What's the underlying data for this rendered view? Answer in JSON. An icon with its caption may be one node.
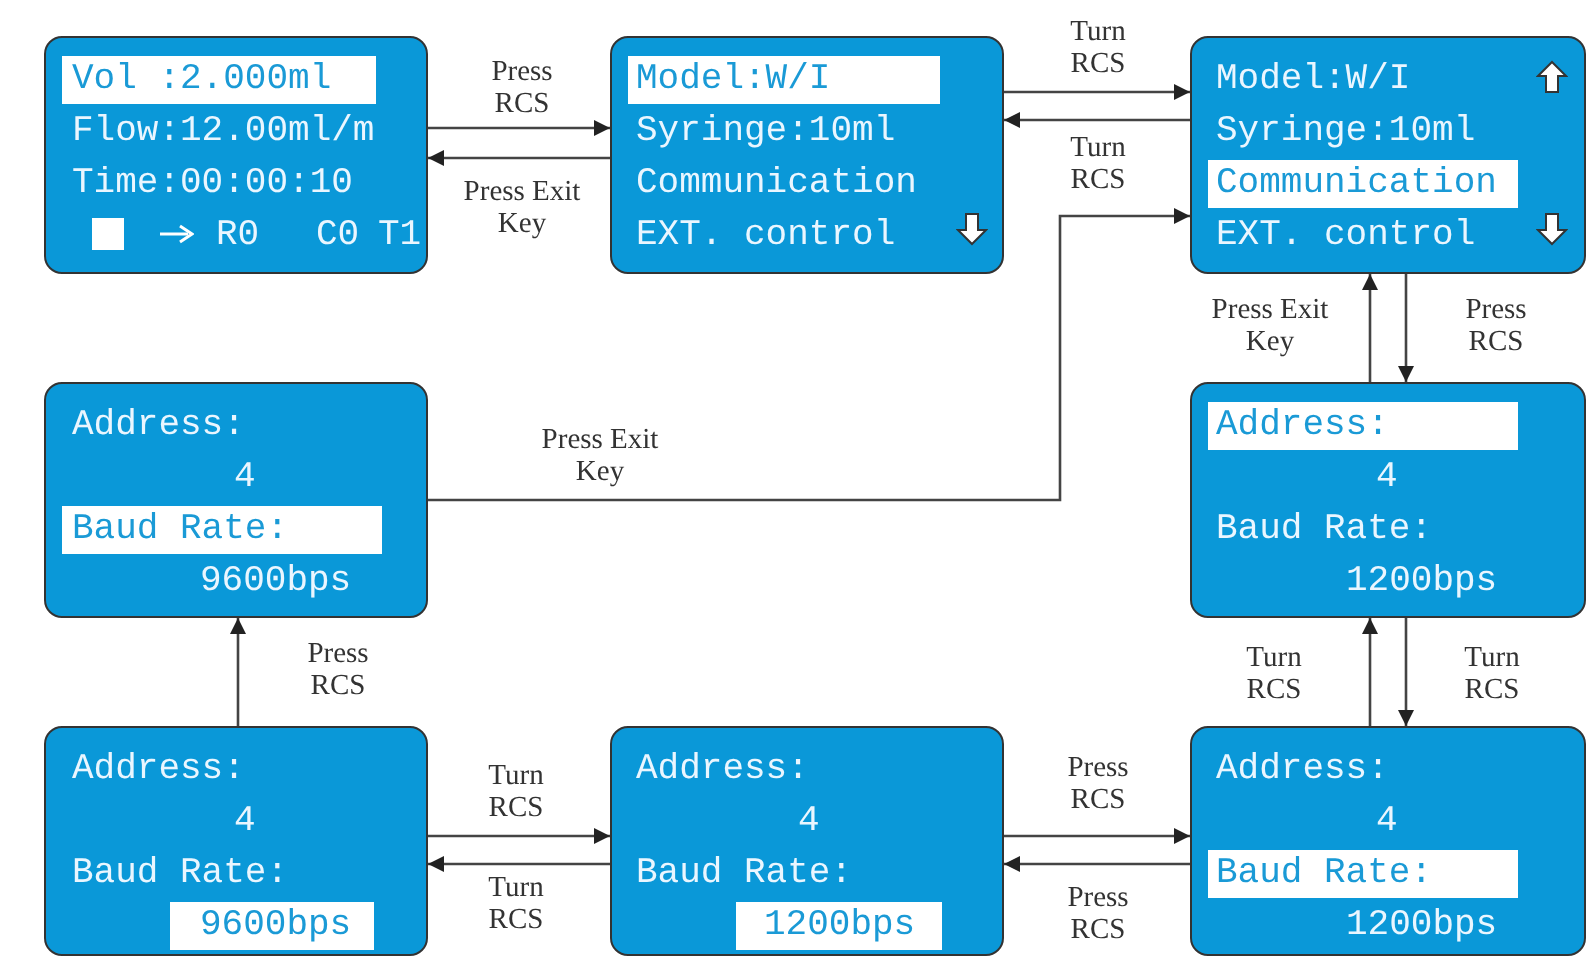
{
  "diagram": {
    "nodes": [
      {
        "text": [
          "Flow:12.00ml/m",
          "Time:00:00:10",
          "R0",
          "C0",
          "T1"
        ]
      },
      {
        "text": [
          "Vol :2.000ml"
        ],
        "in": 0
      },
      {
        "text": [
          "Syringe:10ml",
          "Communication",
          "EXT. control"
        ]
      },
      {
        "text": [
          "Model:W/I"
        ],
        "in": 2
      },
      {
        "text": [
          "Model:W/I",
          "Syringe:10ml",
          "EXT. control"
        ]
      },
      {
        "text": [
          "Communication"
        ],
        "in": 4
      },
      {
        "text": [
          "Address:",
          "4",
          "9600bps"
        ]
      },
      {
        "text": [
          "Baud Rate:"
        ],
        "in": 6
      },
      {
        "text": [
          "4",
          "Baud Rate:",
          "1200bps"
        ]
      },
      {
        "text": [
          "Address:"
        ],
        "in": 8
      },
      {
        "text": [
          "Address:",
          "4",
          "Baud Rate:"
        ]
      },
      {
        "text": [
          "9600bps"
        ],
        "in": 10
      },
      {
        "text": [
          "Address:",
          "4",
          "Baud Rate:"
        ]
      },
      {
        "text": [
          "1200bps"
        ],
        "in": 12
      },
      {
        "text": [
          "Address:",
          "4",
          "1200bps"
        ]
      },
      {
        "text": [
          "Baud Rate:"
        ],
        "in": 14
      }
    ],
    "edges": [
      {
        "from": 0,
        "to": 2,
        "arrow": "to",
        "label": "Press RCS"
      },
      {
        "from": 2,
        "to": 0,
        "arrow": "to",
        "label": "Press Exit Key"
      },
      {
        "from": 2,
        "to": 4,
        "arrow": "to",
        "label": "Turn RCS"
      },
      {
        "from": 4,
        "to": 2,
        "arrow": "to",
        "label": "Turn RCS"
      },
      {
        "from": 8,
        "to": 4,
        "arrow": "to",
        "label": "Press Exit Key"
      },
      {
        "from": 4,
        "to": 8,
        "arrow": "to",
        "label": "Press RCS"
      },
      {
        "from": 6,
        "to": 4,
        "arrow": "to",
        "label": "Press Exit Key"
      },
      {
        "from": 14,
        "to": 8,
        "arrow": "to",
        "label": "Turn RCS"
      },
      {
        "from": 8,
        "to": 14,
        "arrow": "to",
        "label": "Turn RCS"
      },
      {
        "from": 10,
        "to": 6,
        "arrow": "to",
        "label": "Press RCS"
      },
      {
        "from": 10,
        "to": 12,
        "arrow": "to",
        "label": "Turn RCS"
      },
      {
        "from": 12,
        "to": 10,
        "arrow": "to",
        "label": "Turn RCS"
      },
      {
        "from": 12,
        "to": 14,
        "arrow": "to",
        "label": "Press RCS"
      },
      {
        "from": 14,
        "to": 12,
        "arrow": "to",
        "label": "Press RCS"
      }
    ]
  }
}
